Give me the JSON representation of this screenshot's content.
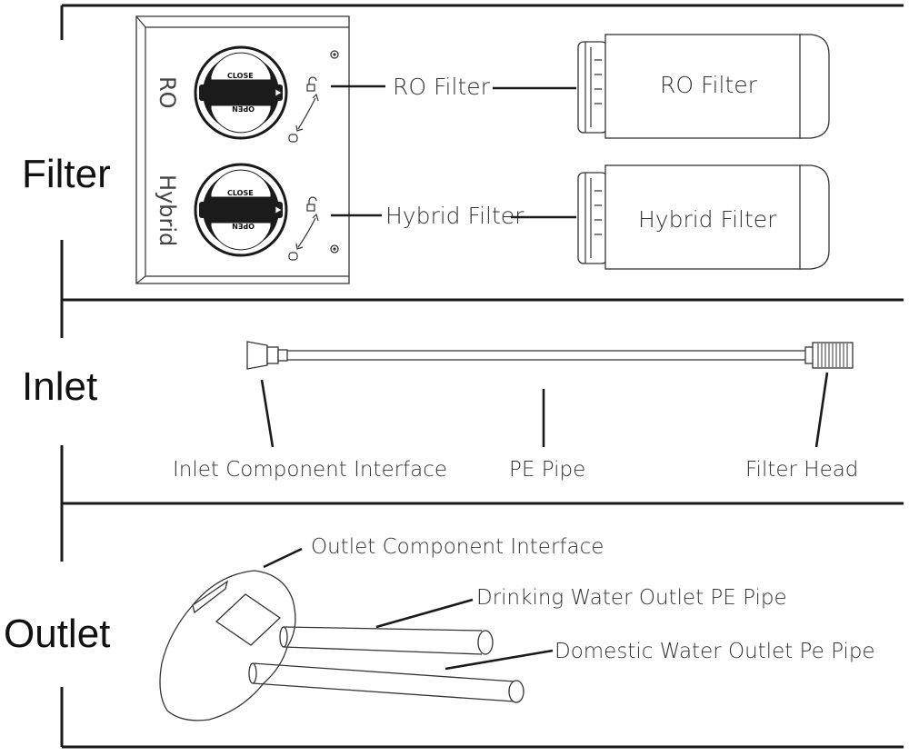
{
  "sections": {
    "filter": "Filter",
    "inlet": "Inlet",
    "outlet": "Outlet"
  },
  "filter_panel": {
    "ro_side_label": "RO",
    "hybrid_side_label": "Hybrid",
    "knob_close": "CLOSE",
    "knob_open": "OPEN"
  },
  "filter_labels": {
    "ro_callout": "RO Filter",
    "hybrid_callout": "Hybrid Filter",
    "ro_cartridge": "RO Filter",
    "hybrid_cartridge": "Hybrid Filter"
  },
  "inlet_labels": {
    "component_interface": "Inlet Component Interface",
    "pe_pipe": "PE Pipe",
    "filter_head": "Filter Head"
  },
  "outlet_labels": {
    "component_interface": "Outlet Component Interface",
    "drinking_pipe": "Drinking Water Outlet PE Pipe",
    "domestic_pipe": "Domestic Water Outlet Pe Pipe"
  }
}
